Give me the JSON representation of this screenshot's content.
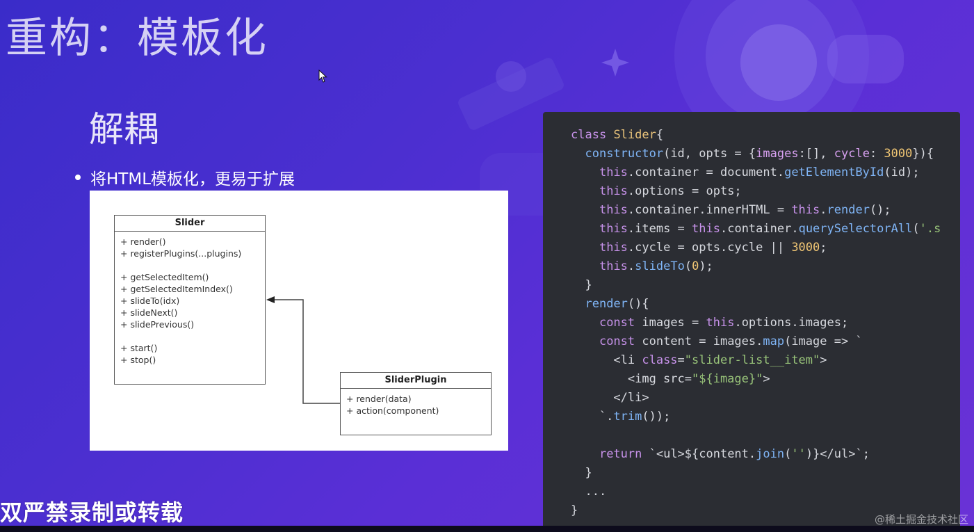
{
  "slide": {
    "title": "重构：模板化",
    "section_heading": "解耦",
    "bullet": "将HTML模板化，更易于扩展"
  },
  "diagram": {
    "slider": {
      "name": "Slider",
      "ops": [
        "+ render()",
        "+ registerPlugins(...plugins)",
        "",
        "+ getSelectedItem()",
        "+ getSelectedItemIndex()",
        "+ slideTo(idx)",
        "+ slideNext()",
        "+ slidePrevious()",
        "",
        "+ start()",
        "+ stop()"
      ]
    },
    "plugin": {
      "name": "SliderPlugin",
      "ops": [
        "+ render(data)",
        "+ action(component)"
      ]
    }
  },
  "code": {
    "language": "javascript",
    "lines": [
      "class Slider{",
      "  constructor(id, opts = {images:[], cycle: 3000}){",
      "    this.container = document.getElementById(id);",
      "    this.options = opts;",
      "    this.container.innerHTML = this.render();",
      "    this.items = this.container.querySelectorAll('.s",
      "    this.cycle = opts.cycle || 3000;",
      "    this.slideTo(0);",
      "  }",
      "  render(){",
      "    const images = this.options.images;",
      "    const content = images.map(image => `",
      "      <li class=\"slider-list__item\">",
      "        <img src=\"${image}\">",
      "      </li>",
      "    `.trim());",
      "",
      "    return `<ul>${content.join('')}</ul>`;",
      "  }",
      "  ...",
      "}"
    ]
  },
  "watermarks": {
    "left": "双严禁录制或转载",
    "right": "@稀土掘金技术社区"
  },
  "colors": {
    "background": "#4b2fd0",
    "code_background": "#2b2d33"
  }
}
